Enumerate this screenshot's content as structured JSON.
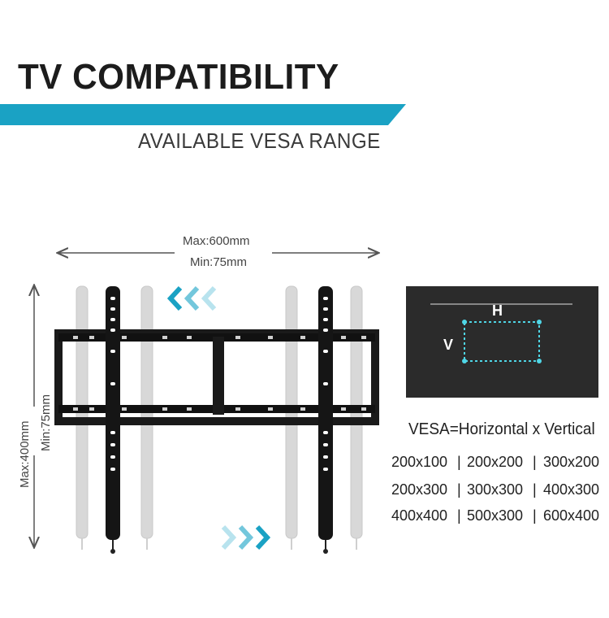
{
  "header": {
    "title": "TV COMPATIBILITY",
    "subtitle": "AVAILABLE VESA RANGE",
    "accent_color": "#1aa2c4"
  },
  "diagram": {
    "horizontal": {
      "max_label": "Max:600mm",
      "min_label": "Min:75mm"
    },
    "vertical": {
      "max_label": "Max:400mm",
      "min_label": "Min:75mm"
    },
    "left_arrows_icon": "chevron-left-triple-icon",
    "right_arrows_icon": "chevron-right-triple-icon"
  },
  "vesa_panel": {
    "h_label": "H",
    "v_label": "V",
    "panel_color": "#2a2a2a",
    "highlight_color": "#4fd6e6"
  },
  "vesa": {
    "equation": "VESA=Horizontal x Vertical",
    "sizes": [
      [
        "200x100",
        "200x200",
        "300x200"
      ],
      [
        "200x300",
        "300x300",
        "400x300"
      ],
      [
        "400x400",
        "500x300",
        "600x400"
      ]
    ]
  }
}
